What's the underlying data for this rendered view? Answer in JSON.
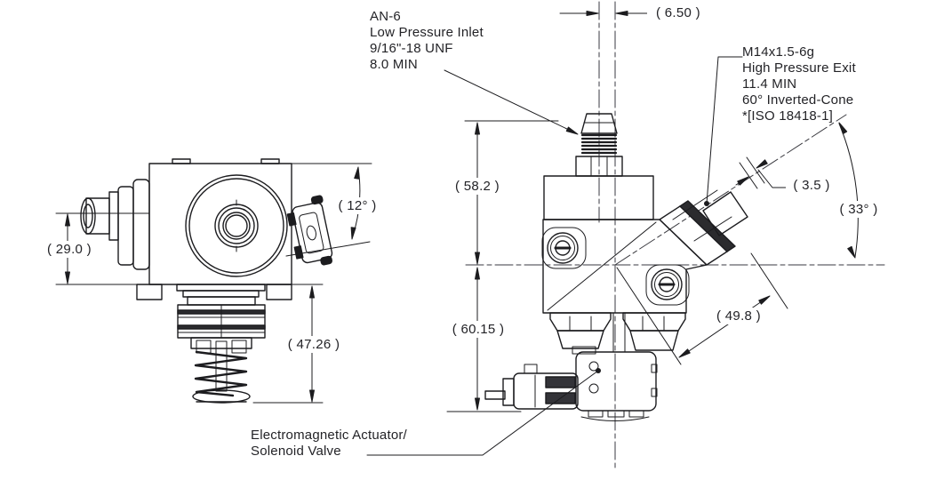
{
  "drawing": {
    "type": "engineering-dimension-drawing",
    "views": [
      "side-view-pump",
      "front-view-pump"
    ],
    "callouts": {
      "low_pressure_inlet": {
        "lines": [
          "AN-6",
          "Low Pressure Inlet",
          "9/16\"-18 UNF",
          "8.0 MIN"
        ]
      },
      "high_pressure_exit": {
        "lines": [
          "M14x1.5-6g",
          "High Pressure Exit",
          "11.4 MIN",
          "60° Inverted-Cone",
          "*[ISO 18418-1]"
        ]
      },
      "actuator": {
        "lines": [
          "Electromagnetic Actuator/",
          "Solenoid Valve"
        ]
      }
    },
    "dimensions": {
      "inlet_offset": "( 6.50 )",
      "upper_height": "( 58.2 )",
      "lower_height": "( 60.15 )",
      "inlet_centerline_drop": "( 29.0 )",
      "connector_angle": "( 12° )",
      "actuator_length": "( 47.26 )",
      "exit_tip_length": "( 3.5 )",
      "exit_angle": "( 33° )",
      "exit_length": "( 49.8 )"
    },
    "colors": {
      "line": "#1c1c1f",
      "text": "#232327",
      "background": "#ffffff"
    }
  }
}
